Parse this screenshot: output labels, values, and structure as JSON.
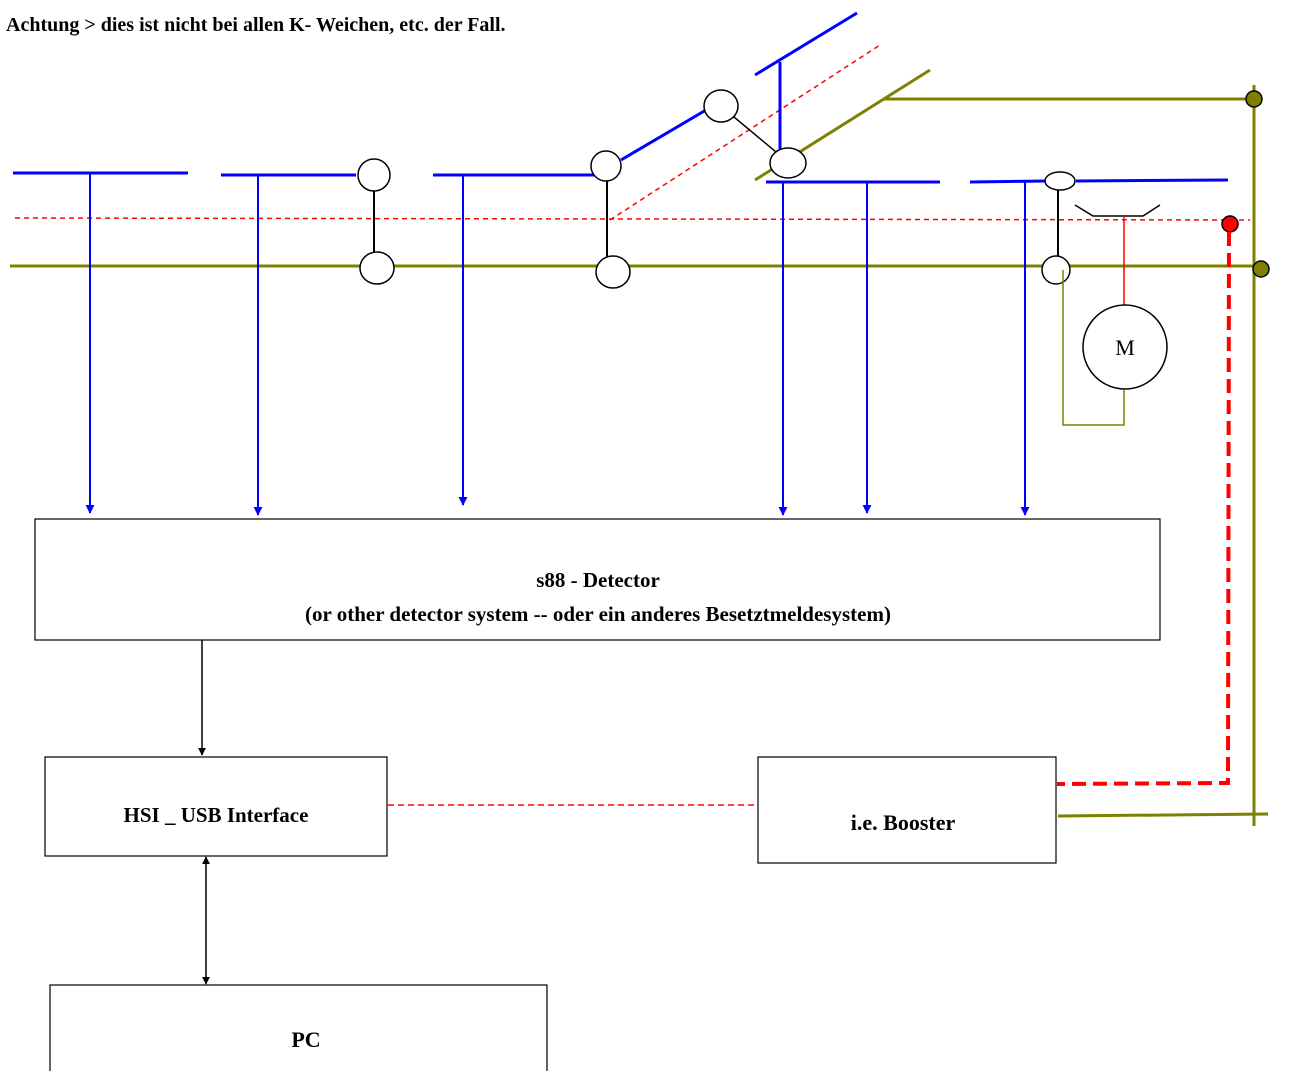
{
  "header": {
    "warning_text": "Achtung > dies ist nicht bei allen K- Weichen, etc. der Fall."
  },
  "blocks": {
    "detector": {
      "title": "s88 - Detector",
      "subtitle": "(or other detector system -- oder ein anderes Besetztmeldesystem)"
    },
    "interface": {
      "label": "HSI _ USB Interface"
    },
    "booster": {
      "label": "i.e.  Booster"
    },
    "pc": {
      "label": "PC"
    }
  },
  "motor": {
    "label": "M"
  },
  "colors": {
    "rail_blue": "#0000ff",
    "rail_olive": "#808000",
    "signal_red": "#ff0000",
    "line_black": "#000000"
  }
}
